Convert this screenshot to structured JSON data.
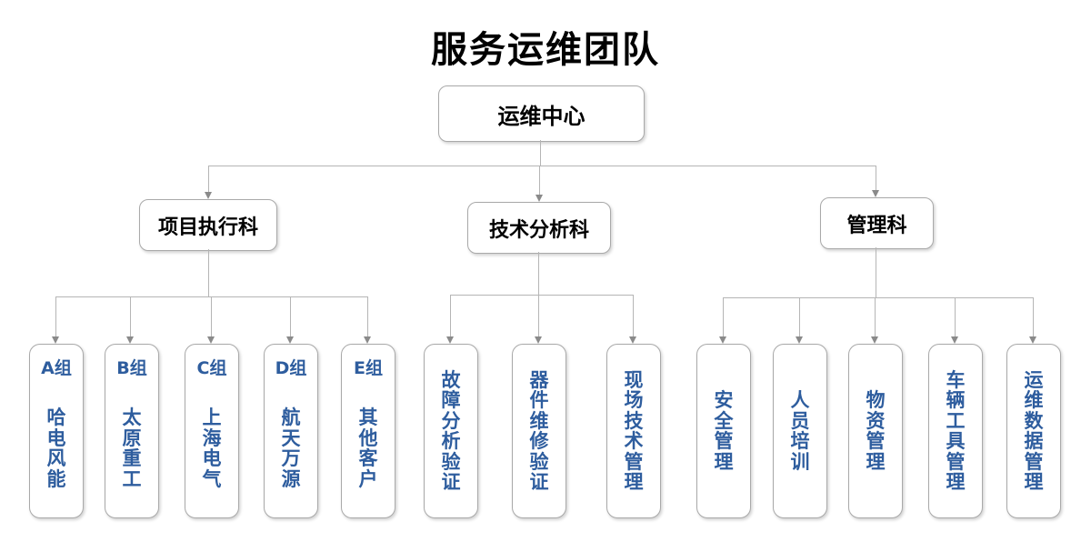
{
  "title": "服务运维团队",
  "root": {
    "label": "运维中心"
  },
  "branches": [
    {
      "label": "项目执行科",
      "children": [
        {
          "group": "A组",
          "name": "哈电风能"
        },
        {
          "group": "B组",
          "name": "太原重工"
        },
        {
          "group": "C组",
          "name": "上海电气"
        },
        {
          "group": "D组",
          "name": "航天万源"
        },
        {
          "group": "E组",
          "name": "其他客户"
        }
      ]
    },
    {
      "label": "技术分析科",
      "children": [
        {
          "name": "故障分析验证"
        },
        {
          "name": "器件维修验证"
        },
        {
          "name": "现场技术管理"
        }
      ]
    },
    {
      "label": "管理科",
      "children": [
        {
          "name": "安全管理"
        },
        {
          "name": "人员培训"
        },
        {
          "name": "物资管理"
        },
        {
          "name": "车辆工具管理"
        },
        {
          "name": "运维数据管理"
        }
      ]
    }
  ],
  "colors": {
    "background": "#FFFFFF",
    "title_text": "#000000",
    "node_text": "#000000",
    "leaf_text": "#2E5D9E",
    "box_border": "#A9A9A9",
    "connector": "#B5B5B5",
    "arrow": "#8A8A8A"
  }
}
